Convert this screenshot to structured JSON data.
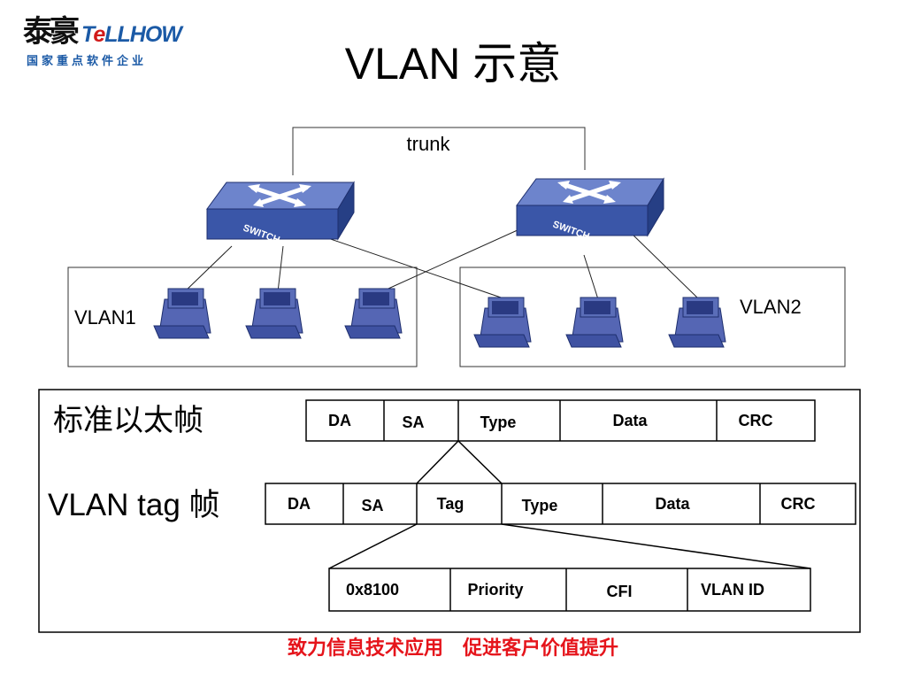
{
  "logo": {
    "cn": "泰豪",
    "en_prefix": "T",
    "en_accent": "e",
    "en_suffix": "LLHOW",
    "sub": "国家重点软件企业"
  },
  "title": "VLAN 示意",
  "network": {
    "trunk_label": "trunk",
    "switch_label": "SWITCH",
    "vlan1_label": "VLAN1",
    "vlan2_label": "VLAN2"
  },
  "frames": {
    "standard_label": "标准以太帧",
    "standard_fields": [
      "DA",
      "SA",
      "Type",
      "Data",
      "CRC"
    ],
    "tagged_label": "VLAN tag 帧",
    "tagged_fields": [
      "DA",
      "SA",
      "Tag",
      "Type",
      "Data",
      "CRC"
    ],
    "tag_fields": [
      "0x8100",
      "Priority",
      "CFI",
      "VLAN ID"
    ]
  },
  "footer": "致力信息技术应用　促进客户价值提升",
  "colors": {
    "switch_fill": "#3a56a8",
    "pc_fill": "#4c5fae",
    "footer": "#e5141b",
    "logo_blue": "#1b5aa6"
  }
}
